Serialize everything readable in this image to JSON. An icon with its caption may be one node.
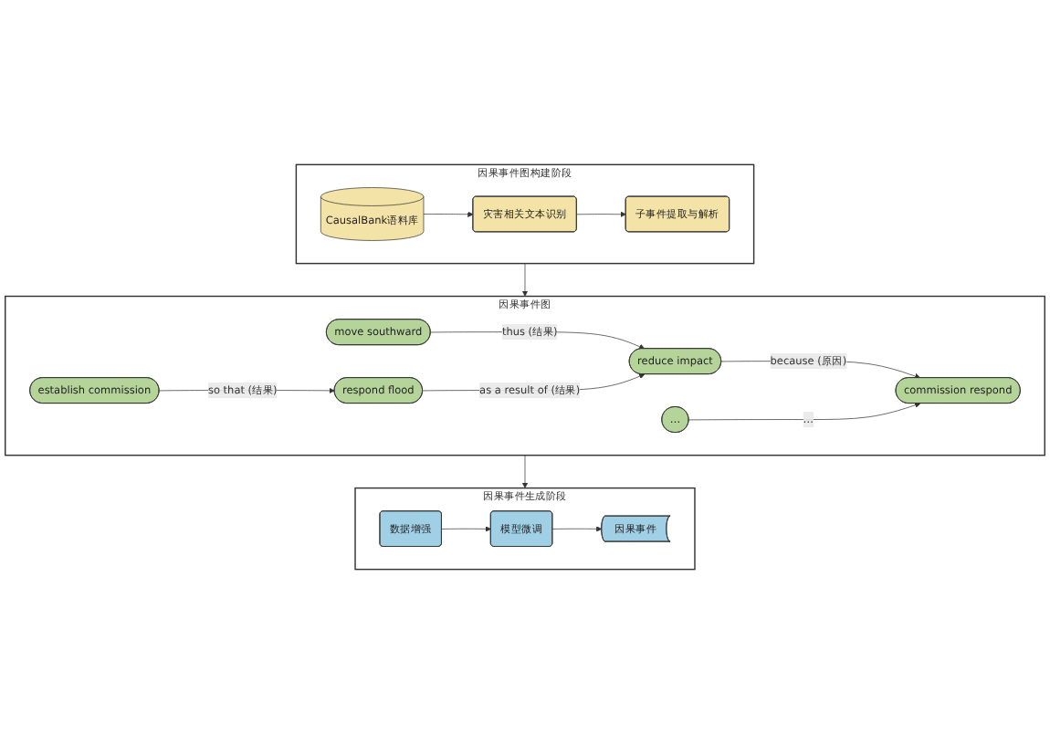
{
  "diagram": {
    "nodes": [
      {
        "text": [
          "因果事件图构建阶段"
        ]
      },
      {
        "text": [
          "CausalBank语料库"
        ],
        "in": 0
      },
      {
        "text": [
          "灾害相关文本识别"
        ],
        "in": 0
      },
      {
        "text": [
          "子事件提取与解析"
        ],
        "in": 0
      },
      {
        "text": [
          "因果事件图"
        ]
      },
      {
        "text": [
          "move southward"
        ],
        "in": 4
      },
      {
        "text": [
          "establish commission"
        ],
        "in": 4
      },
      {
        "text": [
          "reduce impact"
        ],
        "in": 4
      },
      {
        "text": [
          "respond flood"
        ],
        "in": 4
      },
      {
        "text": [
          "commission respond"
        ],
        "in": 4
      },
      {
        "text": [
          "…"
        ],
        "in": 4
      },
      {
        "text": [
          "因果事件生成阶段"
        ]
      },
      {
        "text": [
          "因果事件"
        ],
        "in": 11
      },
      {
        "text": [
          "模型微调"
        ],
        "in": 11
      },
      {
        "text": [
          "数据增强"
        ],
        "in": 11
      }
    ],
    "edges": [
      {
        "from": 1,
        "to": 2,
        "arrow": "to"
      },
      {
        "from": 2,
        "to": 3,
        "arrow": "to"
      },
      {
        "from": 0,
        "to": 4,
        "arrow": "to"
      },
      {
        "from": 5,
        "to": 7,
        "arrow": "to",
        "label": "thus (结果)"
      },
      {
        "from": 6,
        "to": 8,
        "arrow": "to",
        "label": "so that (结果)"
      },
      {
        "from": 8,
        "to": 7,
        "arrow": "to",
        "label": "as a result of (结果)"
      },
      {
        "from": 7,
        "to": 9,
        "arrow": "to",
        "label": "because (原因)"
      },
      {
        "from": 10,
        "to": 9,
        "arrow": "to",
        "label": "…"
      },
      {
        "from": 4,
        "to": 11,
        "arrow": "to"
      },
      {
        "from": 13,
        "to": 12,
        "arrow": "to"
      },
      {
        "from": 14,
        "to": 13,
        "arrow": "to"
      }
    ]
  }
}
